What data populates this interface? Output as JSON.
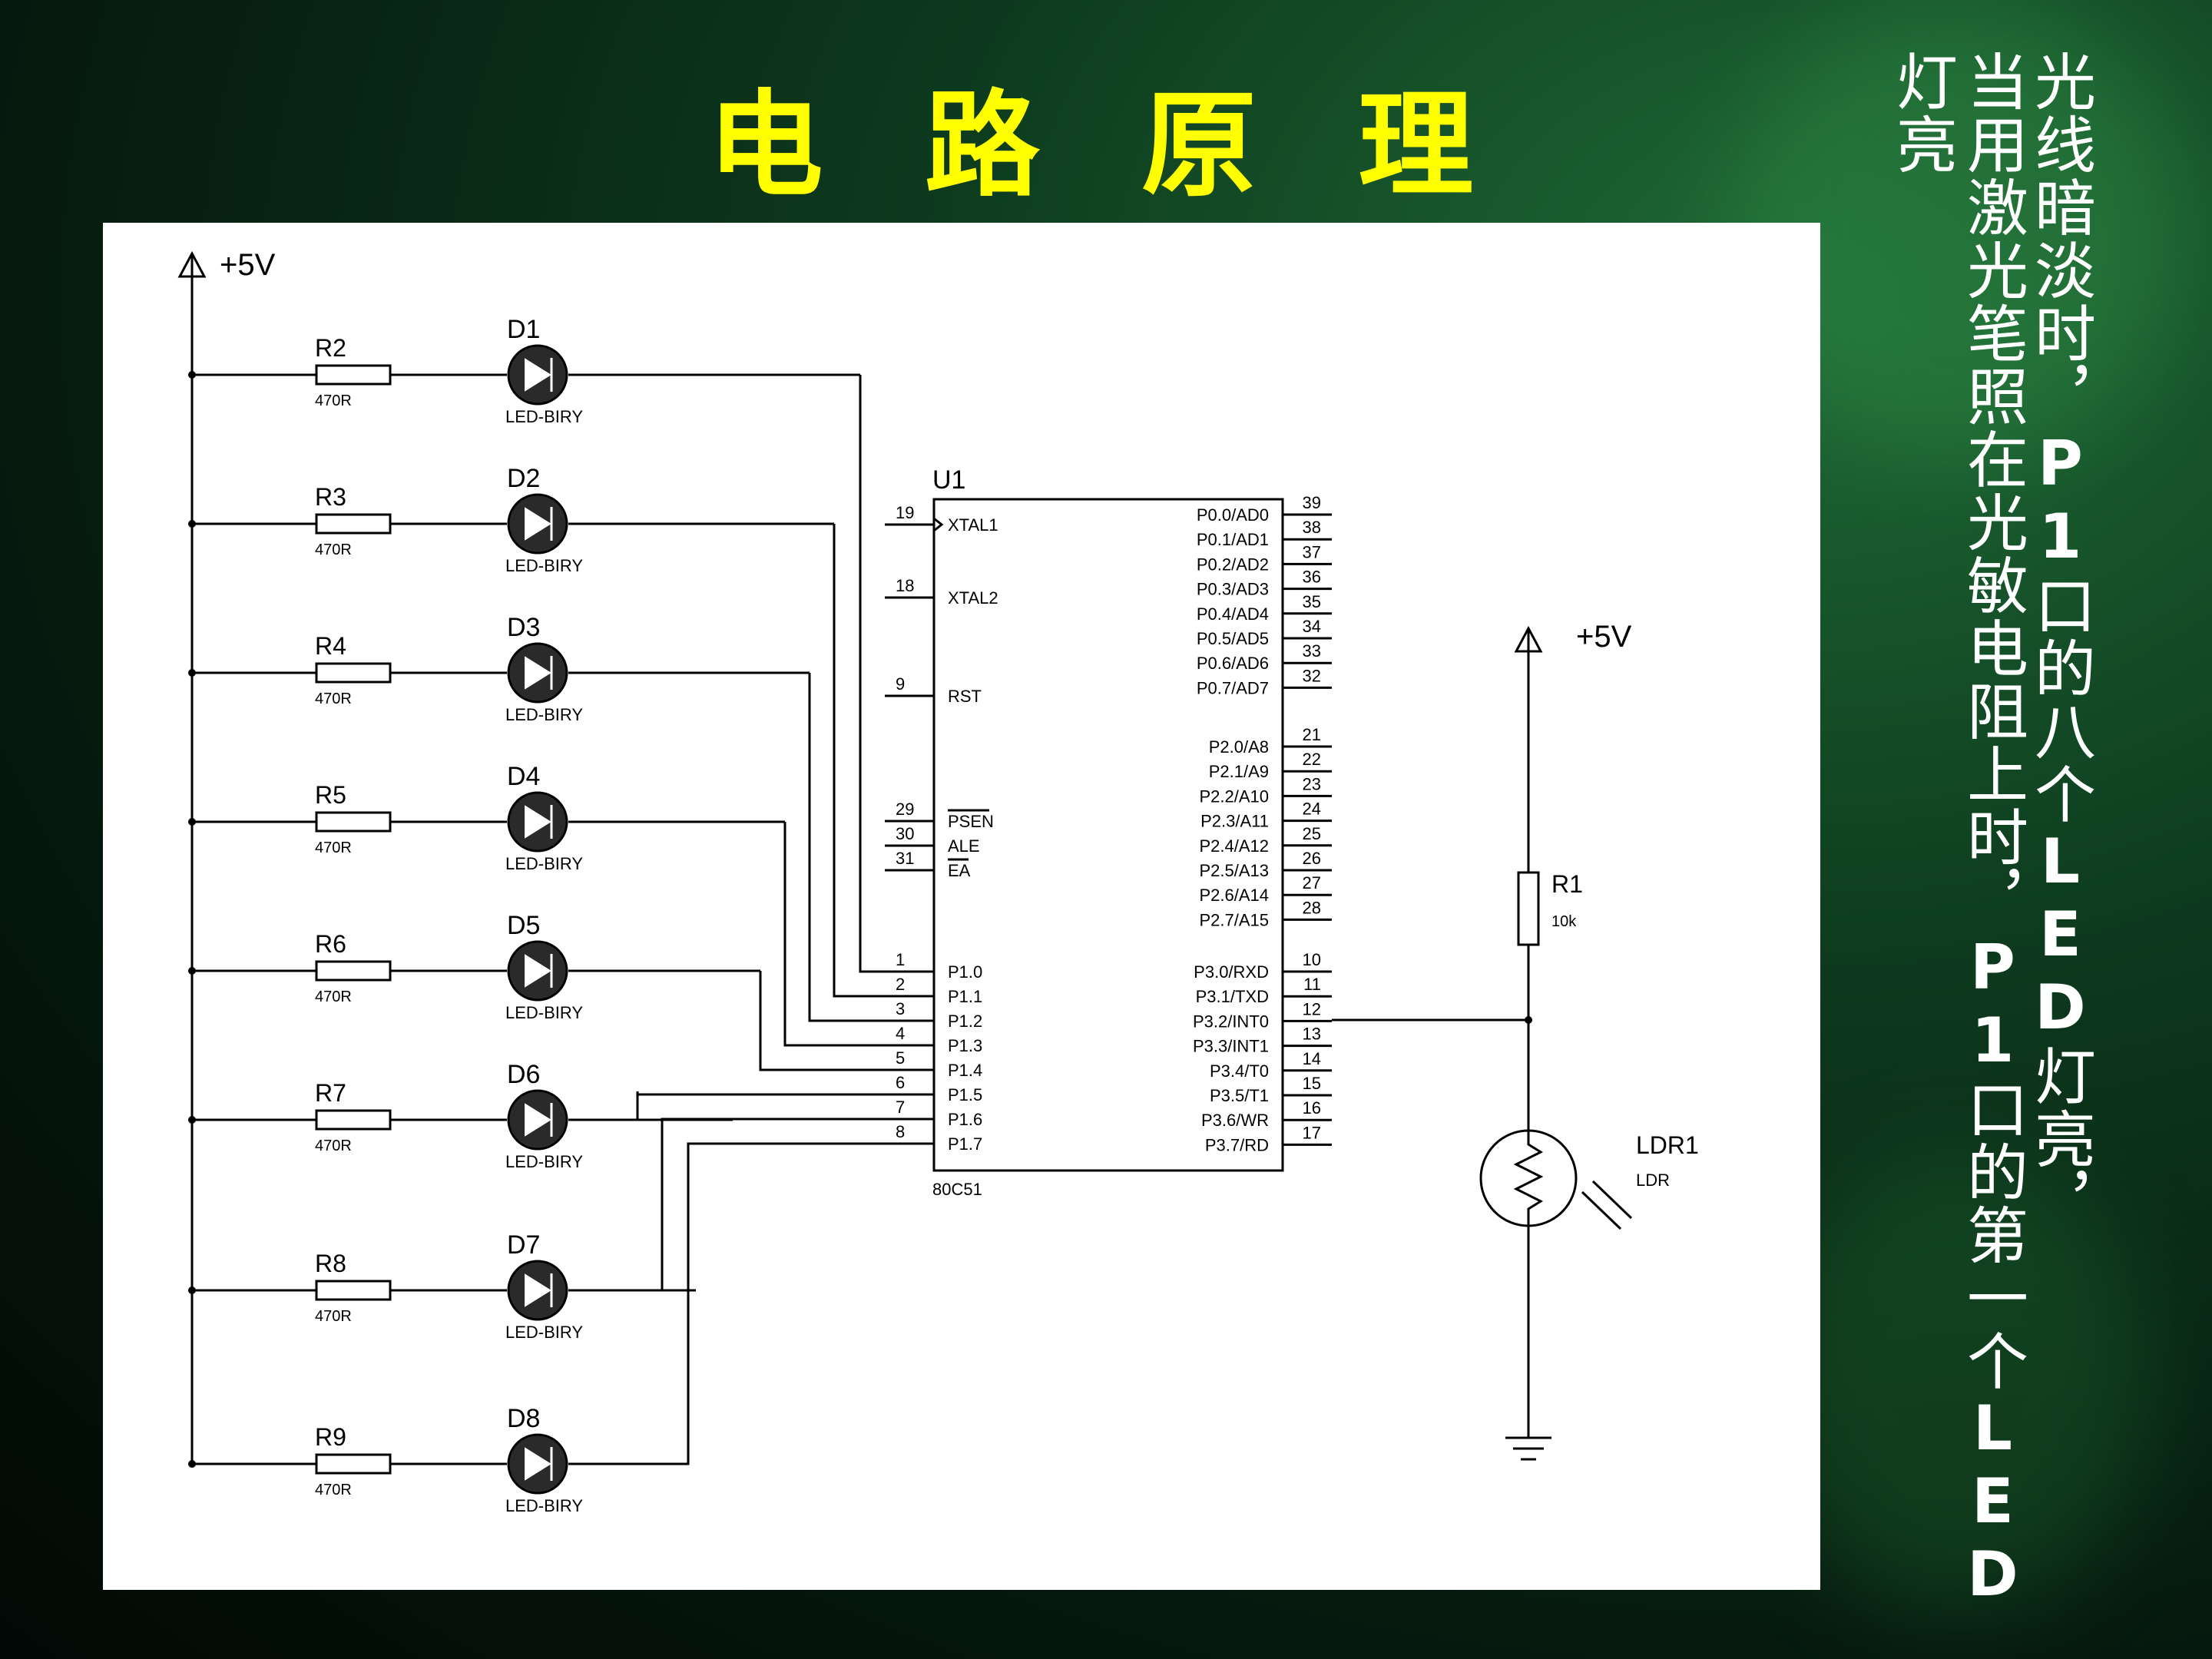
{
  "title": "电 路 原 理",
  "side_text": {
    "col1": {
      "a": "光线暗淡时，",
      "b": "P1",
      "c": "口的八个",
      "d": "LED",
      "e": "灯亮，"
    },
    "col2": {
      "a": "当用激光笔照在光敏电阻上时，",
      "b": "P1",
      "c": "口的第一个",
      "d": "LED",
      "e": "灯亮"
    }
  },
  "circuit": {
    "vcc_left": "+5V",
    "vcc_right": "+5V",
    "resistors": [
      {
        "ref": "R2",
        "value": "470R"
      },
      {
        "ref": "R3",
        "value": "470R"
      },
      {
        "ref": "R4",
        "value": "470R"
      },
      {
        "ref": "R5",
        "value": "470R"
      },
      {
        "ref": "R6",
        "value": "470R"
      },
      {
        "ref": "R7",
        "value": "470R"
      },
      {
        "ref": "R8",
        "value": "470R"
      },
      {
        "ref": "R9",
        "value": "470R"
      }
    ],
    "leds": [
      {
        "ref": "D1",
        "type": "LED-BIRY"
      },
      {
        "ref": "D2",
        "type": "LED-BIRY"
      },
      {
        "ref": "D3",
        "type": "LED-BIRY"
      },
      {
        "ref": "D4",
        "type": "LED-BIRY"
      },
      {
        "ref": "D5",
        "type": "LED-BIRY"
      },
      {
        "ref": "D6",
        "type": "LED-BIRY"
      },
      {
        "ref": "D7",
        "type": "LED-BIRY"
      },
      {
        "ref": "D8",
        "type": "LED-BIRY"
      }
    ],
    "mcu": {
      "ref": "U1",
      "part": "80C51",
      "left_pins": [
        {
          "num": "19",
          "name": "XTAL1"
        },
        {
          "num": "18",
          "name": "XTAL2"
        },
        {
          "num": "9",
          "name": "RST"
        },
        {
          "num": "29",
          "name": "PSEN"
        },
        {
          "num": "30",
          "name": "ALE"
        },
        {
          "num": "31",
          "name": "EA"
        },
        {
          "num": "1",
          "name": "P1.0"
        },
        {
          "num": "2",
          "name": "P1.1"
        },
        {
          "num": "3",
          "name": "P1.2"
        },
        {
          "num": "4",
          "name": "P1.3"
        },
        {
          "num": "5",
          "name": "P1.4"
        },
        {
          "num": "6",
          "name": "P1.5"
        },
        {
          "num": "7",
          "name": "P1.6"
        },
        {
          "num": "8",
          "name": "P1.7"
        }
      ],
      "right_pins": [
        {
          "num": "39",
          "name": "P0.0/AD0"
        },
        {
          "num": "38",
          "name": "P0.1/AD1"
        },
        {
          "num": "37",
          "name": "P0.2/AD2"
        },
        {
          "num": "36",
          "name": "P0.3/AD3"
        },
        {
          "num": "35",
          "name": "P0.4/AD4"
        },
        {
          "num": "34",
          "name": "P0.5/AD5"
        },
        {
          "num": "33",
          "name": "P0.6/AD6"
        },
        {
          "num": "32",
          "name": "P0.7/AD7"
        },
        {
          "num": "21",
          "name": "P2.0/A8"
        },
        {
          "num": "22",
          "name": "P2.1/A9"
        },
        {
          "num": "23",
          "name": "P2.2/A10"
        },
        {
          "num": "24",
          "name": "P2.3/A11"
        },
        {
          "num": "25",
          "name": "P2.4/A12"
        },
        {
          "num": "26",
          "name": "P2.5/A13"
        },
        {
          "num": "27",
          "name": "P2.6/A14"
        },
        {
          "num": "28",
          "name": "P2.7/A15"
        },
        {
          "num": "10",
          "name": "P3.0/RXD"
        },
        {
          "num": "11",
          "name": "P3.1/TXD"
        },
        {
          "num": "12",
          "name": "P3.2/INT0"
        },
        {
          "num": "13",
          "name": "P3.3/INT1"
        },
        {
          "num": "14",
          "name": "P3.4/T0"
        },
        {
          "num": "15",
          "name": "P3.5/T1"
        },
        {
          "num": "16",
          "name": "P3.6/WR"
        },
        {
          "num": "17",
          "name": "P3.7/RD"
        }
      ]
    },
    "pull_resistor": {
      "ref": "R1",
      "value": "10k"
    },
    "ldr": {
      "ref": "LDR1",
      "type": "LDR"
    }
  }
}
